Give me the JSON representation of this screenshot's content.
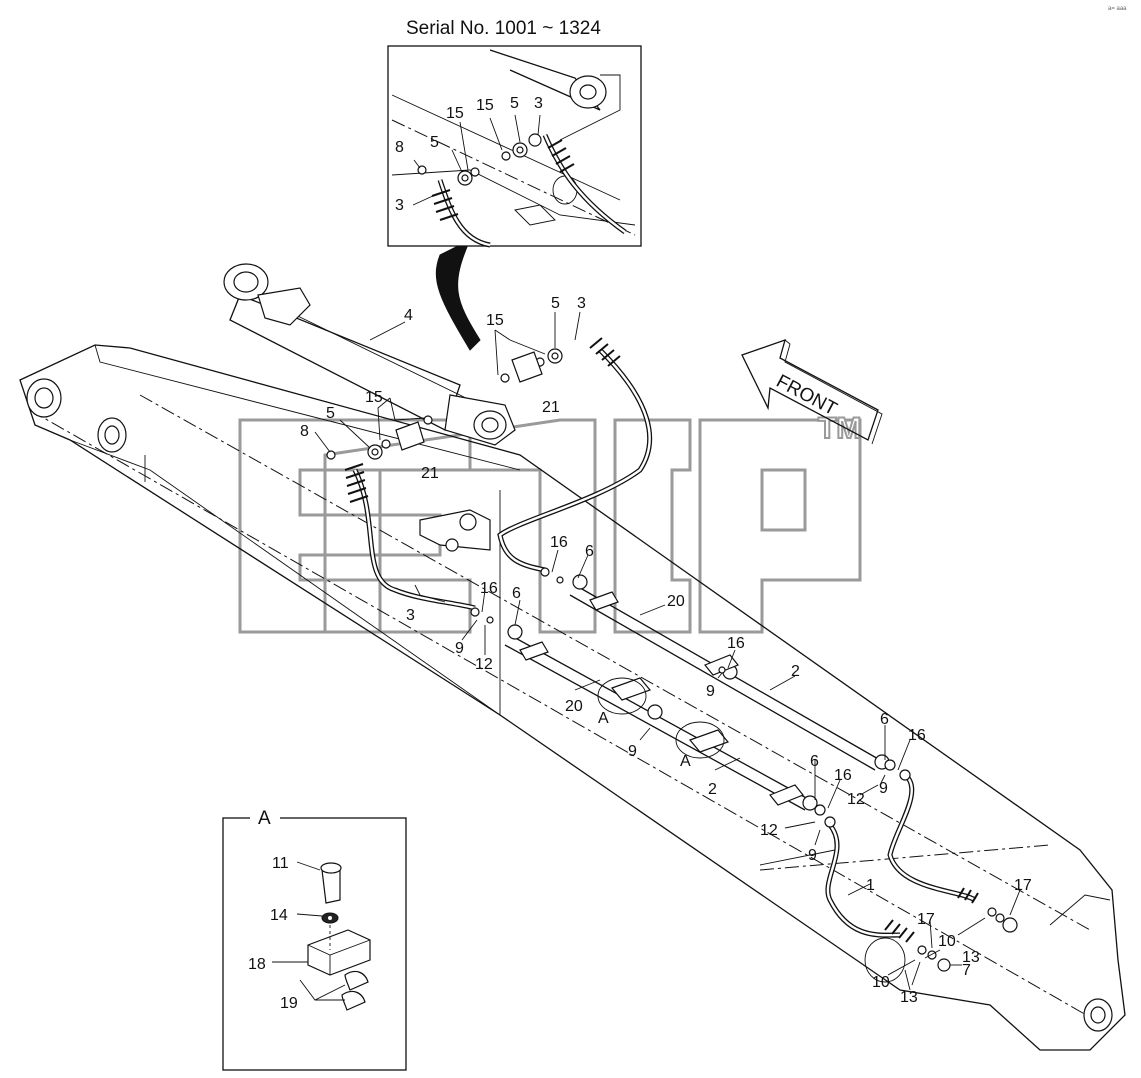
{
  "inset_serial": {
    "title": "Serial No. 1001 ~ 1324"
  },
  "detail_a": {
    "title": "A"
  },
  "front_arrow": {
    "text": "FRONT"
  },
  "watermark": {
    "tm": "TM"
  },
  "corner_mark": {
    "text": "a= aaa"
  },
  "callouts": {
    "inset": [
      "8",
      "15",
      "5",
      "3",
      "15",
      "5",
      "3"
    ],
    "main": [
      "4",
      "15",
      "5",
      "3",
      "21",
      "15",
      "5",
      "8",
      "21",
      "3",
      "16",
      "6",
      "16",
      "6",
      "9",
      "12",
      "20",
      "16",
      "9",
      "2",
      "20",
      "A",
      "9",
      "A",
      "2",
      "6",
      "16",
      "12",
      "9",
      "6",
      "16",
      "12",
      "9",
      "1",
      "17",
      "17",
      "10",
      "13",
      "10",
      "13",
      "7"
    ],
    "detail": [
      "11",
      "14",
      "18",
      "19"
    ]
  }
}
